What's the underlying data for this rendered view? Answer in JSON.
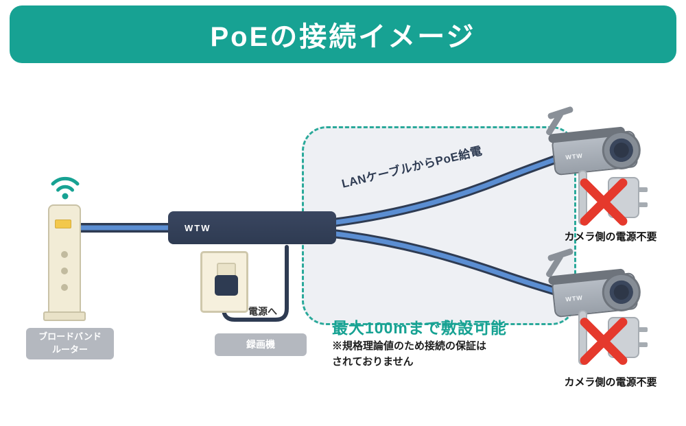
{
  "title": "PoEの接続イメージ",
  "colors": {
    "teal": "#17a293",
    "zone_border_teal": "#2aa99a",
    "zone_fill": "#eef0f4",
    "navy": "#2e3b52",
    "cable_blue": "#5b8ed2",
    "badge_gray": "#b4b8bf",
    "router_cream": "#f2ecd6",
    "red_x": "#e5392c"
  },
  "icons": {
    "wifi": "wifi-icon",
    "no_power": "x-icon",
    "power_plug": "plug-icon"
  },
  "router": {
    "label_line1": "ブロードバンド",
    "label_line2": "ルーター"
  },
  "recorder": {
    "brand": "WTW",
    "label": "録画機"
  },
  "power_outlet": {
    "label": "電源へ"
  },
  "poe_zone": {
    "cable_label": "LANケーブルからPoE給電"
  },
  "camera": {
    "brand": "WTW",
    "no_power_label": "カメラ側の電源不要"
  },
  "note": {
    "headline": "最大100mまで敷設可能",
    "line1": "※規格理論値のため接続の保証は",
    "line2": "されておりません"
  }
}
